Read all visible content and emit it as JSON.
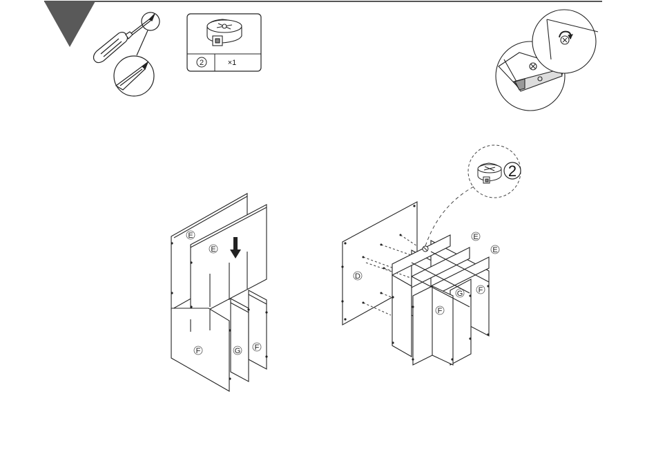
{
  "header": {
    "bar_color": "#555555",
    "step_marker_color": "#595959"
  },
  "tools": {
    "screwdriver_icon": "phillips-screwdriver-icon",
    "tip_icon": "phillips-tip-magnified-icon"
  },
  "parts_box": {
    "part_number": "2",
    "quantity": "×1",
    "part_icon": "cam-lock-icon"
  },
  "callout": {
    "part_number": "2"
  },
  "left_assembly": {
    "labels": {
      "back_e": "E",
      "front_e": "E",
      "f": "F",
      "g": "G",
      "right_f": "F"
    },
    "arrow_icon": "insert-down-arrow-icon"
  },
  "right_assembly": {
    "labels": {
      "d": "D",
      "e1": "E",
      "e2": "E",
      "g": "G",
      "f_right": "F",
      "f_front": "F"
    }
  },
  "detail": {
    "rotate_icon": "rotate-clockwise-icon",
    "screw_icon": "cam-screw-icon"
  }
}
